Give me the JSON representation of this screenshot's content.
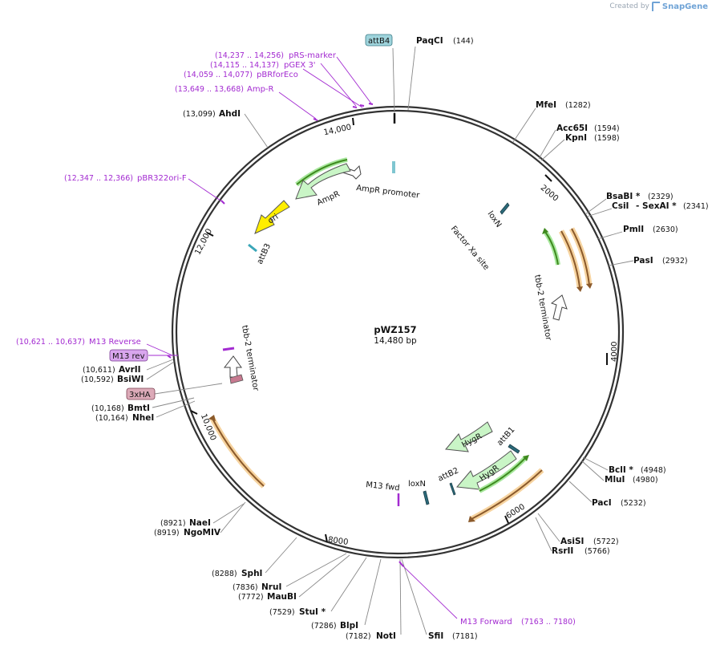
{
  "credit": {
    "prefix": "Created by",
    "brand": "SnapGene"
  },
  "plasmid": {
    "name": "pWZ157",
    "size": "14,480 bp"
  },
  "ticks": [
    "2000",
    "4000",
    "6000",
    "8000",
    "10,000",
    "12,000",
    "14,000"
  ],
  "enzymes": [
    {
      "id": "paci-top",
      "name": "PaqCI",
      "pos": "(144)"
    },
    {
      "id": "mfei",
      "name": "MfeI",
      "pos": "(1282)"
    },
    {
      "id": "acc65i",
      "name": "Acc65I",
      "pos": "(1594)"
    },
    {
      "id": "kpni",
      "name": "KpnI",
      "pos": "(1598)"
    },
    {
      "id": "bsabi",
      "name": "BsaBI *",
      "pos": "(2329)"
    },
    {
      "id": "csii",
      "name": "CsiI",
      "name2": "- SexAI *",
      "pos": "(2341)"
    },
    {
      "id": "pmli",
      "name": "PmlI",
      "pos": "(2630)"
    },
    {
      "id": "pasi",
      "name": "PasI",
      "pos": "(2932)"
    },
    {
      "id": "bcli",
      "name": "BclI *",
      "pos": "(4948)"
    },
    {
      "id": "mlui",
      "name": "MluI",
      "pos": "(4980)"
    },
    {
      "id": "paci",
      "name": "PacI",
      "pos": "(5232)"
    },
    {
      "id": "asisi",
      "name": "AsiSI",
      "pos": "(5722)"
    },
    {
      "id": "rsrii",
      "name": "RsrII",
      "pos": "(5766)"
    },
    {
      "id": "sfii",
      "name": "SfiI",
      "pos": "(7181)"
    },
    {
      "id": "noti",
      "name": "NotI",
      "pos": "(7182)"
    },
    {
      "id": "blpi",
      "name": "BlpI",
      "pos": "(7286)"
    },
    {
      "id": "stui",
      "name": "StuI *",
      "pos": "(7529)"
    },
    {
      "id": "maubi",
      "name": "MauBI",
      "pos": "(7772)"
    },
    {
      "id": "nrui",
      "name": "NruI",
      "pos": "(7836)"
    },
    {
      "id": "sphi",
      "name": "SphI",
      "pos": "(8288)"
    },
    {
      "id": "ngomiv",
      "name": "NgoMIV",
      "pos": "(8919)"
    },
    {
      "id": "naei",
      "name": "NaeI",
      "pos": "(8921)"
    },
    {
      "id": "nhei",
      "name": "NheI",
      "pos": "(10,164)"
    },
    {
      "id": "bmti",
      "name": "BmtI",
      "pos": "(10,168)"
    },
    {
      "id": "bswi",
      "name": "BsiWI",
      "pos": "(10,592)"
    },
    {
      "id": "avrii",
      "name": "AvrII",
      "pos": "(10,611)"
    },
    {
      "id": "ahdi",
      "name": "AhdI",
      "pos": "(13,099)"
    }
  ],
  "primers": [
    {
      "id": "prs-marker",
      "name": "pRS-marker",
      "pos": "(14,237 .. 14,256)"
    },
    {
      "id": "pgex3",
      "name": "pGEX 3'",
      "pos": "(14,115 .. 14,137)"
    },
    {
      "id": "pbrforeco",
      "name": "pBRforEco",
      "pos": "(14,059 .. 14,077)"
    },
    {
      "id": "amp-r",
      "name": "Amp-R",
      "pos": "(13,649 .. 13,668)"
    },
    {
      "id": "pbr322ori-f",
      "name": "pBR322ori-F",
      "pos": "(12,347 .. 12,366)"
    },
    {
      "id": "m13-reverse",
      "name": "M13 Reverse",
      "pos": "(10,621 .. 10,637)"
    },
    {
      "id": "m13-forward",
      "name": "M13 Forward",
      "pos": "(7163 .. 7180)"
    }
  ],
  "boxed": [
    {
      "id": "attb4",
      "name": "attB4",
      "color": "#9fd4dc"
    },
    {
      "id": "m13rev",
      "name": "M13 rev",
      "color": "#d9a6ee"
    },
    {
      "id": "3xha",
      "name": "3xHA",
      "color": "#dcaab8"
    }
  ],
  "features": {
    "ampr": "AmpR",
    "ampr_promoter": "AmpR promoter",
    "ori": "ori",
    "attb3": "attB3",
    "loxn_top": "loxN",
    "factor_xa": "Factor Xa site",
    "tbb2_right": "tbb-2 terminator",
    "tbb2_left": "tbb-2 terminator",
    "hygr1": "HygR",
    "hygr2": "HygR",
    "attb1": "attB1",
    "attb2": "attB2",
    "loxn_bottom": "loxN",
    "m13fwd": "M13 fwd"
  },
  "colors": {
    "ring": "#333333",
    "green_arrow": "#c9f5c6",
    "orf_orange": "#f5c98a",
    "orf_brown": "#8b5a2b",
    "orf_green": "#3f8a1f",
    "ori_yellow": "#ffee00",
    "teal": "#3aa6b8",
    "primer": "#a32bd1"
  }
}
